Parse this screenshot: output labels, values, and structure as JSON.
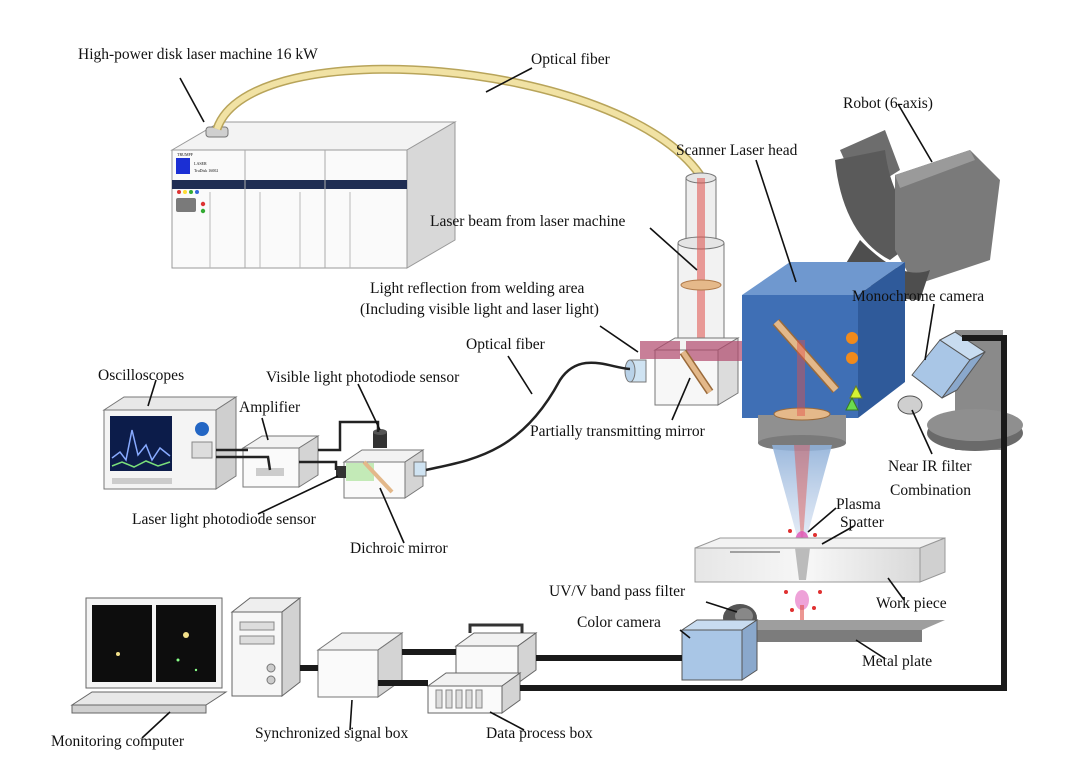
{
  "labels": {
    "laser_machine": "High-power disk laser machine 16 kW",
    "optical_fiber_top": "Optical fiber",
    "robot": "Robot (6-axis)",
    "scanner_head": "Scanner Laser head",
    "laser_beam": "Laser beam from laser machine",
    "light_reflection_1": "Light reflection from welding area",
    "light_reflection_2": "(Including visible light and laser light)",
    "monochrome_camera": "Monochrome camera",
    "optical_fiber_mid": "Optical fiber",
    "oscilloscopes": "Oscilloscopes",
    "visible_sensor": "Visible light photodiode sensor",
    "amplifier": "Amplifier",
    "partial_mirror": "Partially transmitting mirror",
    "near_ir_filter": "Near IR filter",
    "combination": "Combination",
    "laser_sensor": "Laser light photodiode sensor",
    "plasma": "Plasma",
    "spatter": "Spatter",
    "dichroic_mirror": "Dichroic mirror",
    "uv_filter": "UV/V band pass filter",
    "work_piece": "Work piece",
    "color_camera": "Color camera",
    "metal_plate": "Metal plate",
    "monitoring_computer": "Monitoring computer",
    "sync_box": "Synchronized signal box",
    "data_box": "Data process box"
  },
  "device_text": {
    "laser_brand": "TRUMPF",
    "laser_model_1": "LASER",
    "laser_model_2": "TruDisk 16002"
  },
  "colors": {
    "scanner_blue": "#3f6fb5",
    "fiber_gold": "#e8d28a",
    "laser_red": "#e0504a",
    "camera_blue": "#a9c6e6"
  }
}
